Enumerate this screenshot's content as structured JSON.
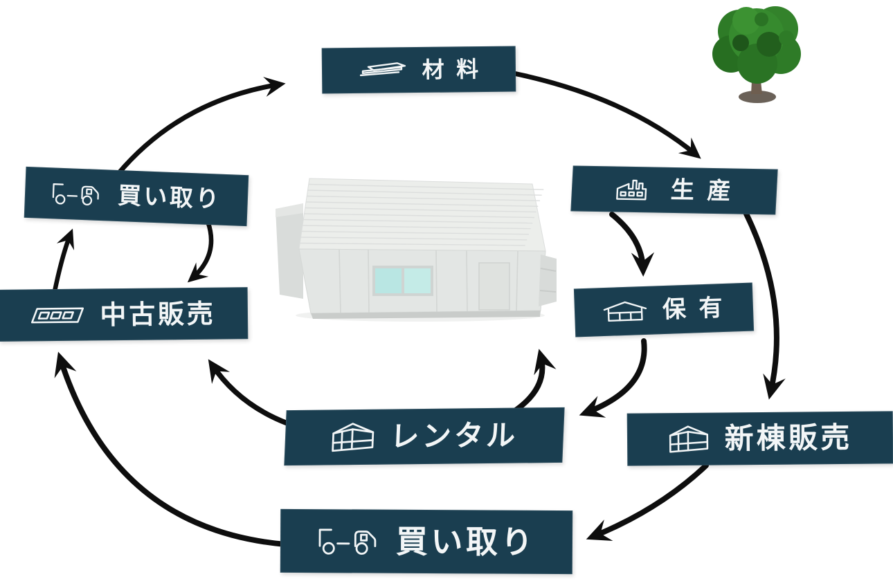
{
  "diagram": {
    "type": "circular-lifecycle-flow",
    "nodes": [
      {
        "id": "materials",
        "label": "材 料",
        "icon": "sheet-materials-icon"
      },
      {
        "id": "production",
        "label": "生 産",
        "icon": "factory-icon"
      },
      {
        "id": "holding",
        "label": "保 有",
        "icon": "warehouse-icon"
      },
      {
        "id": "new-sales",
        "label": "新棟販売",
        "icon": "building-icon"
      },
      {
        "id": "buyback-bottom",
        "label": "買い取り",
        "icon": "truck-icon"
      },
      {
        "id": "rental",
        "label": "レンタル",
        "icon": "building-icon"
      },
      {
        "id": "used-sales",
        "label": "中古販売",
        "icon": "container-icon"
      },
      {
        "id": "buyback-left",
        "label": "買い取り",
        "icon": "truck-icon"
      }
    ],
    "edges": [
      {
        "from": "buyback-left",
        "to": "materials"
      },
      {
        "from": "materials",
        "to": "production"
      },
      {
        "from": "production",
        "to": "holding"
      },
      {
        "from": "production",
        "to": "new-sales"
      },
      {
        "from": "holding",
        "to": "rental"
      },
      {
        "from": "rental",
        "to": "holding"
      },
      {
        "from": "rental",
        "to": "used-sales"
      },
      {
        "from": "new-sales",
        "to": "buyback-bottom"
      },
      {
        "from": "buyback-bottom",
        "to": "used-sales"
      },
      {
        "from": "used-sales",
        "to": "buyback-left"
      },
      {
        "from": "buyback-left",
        "to": "used-sales"
      }
    ],
    "photos": [
      {
        "id": "container-house-model-photo"
      },
      {
        "id": "miniature-tree-photo"
      }
    ],
    "colors": {
      "label_bg": "#1a3e50",
      "label_text": "#f3f6f7",
      "arrow": "#0e0e0e",
      "house_body": "#e3e6e4",
      "house_roof": "#eceeec",
      "window": "#b9e6e3",
      "tree_green": "#2e7b27",
      "tree_base": "#6a6158"
    }
  }
}
